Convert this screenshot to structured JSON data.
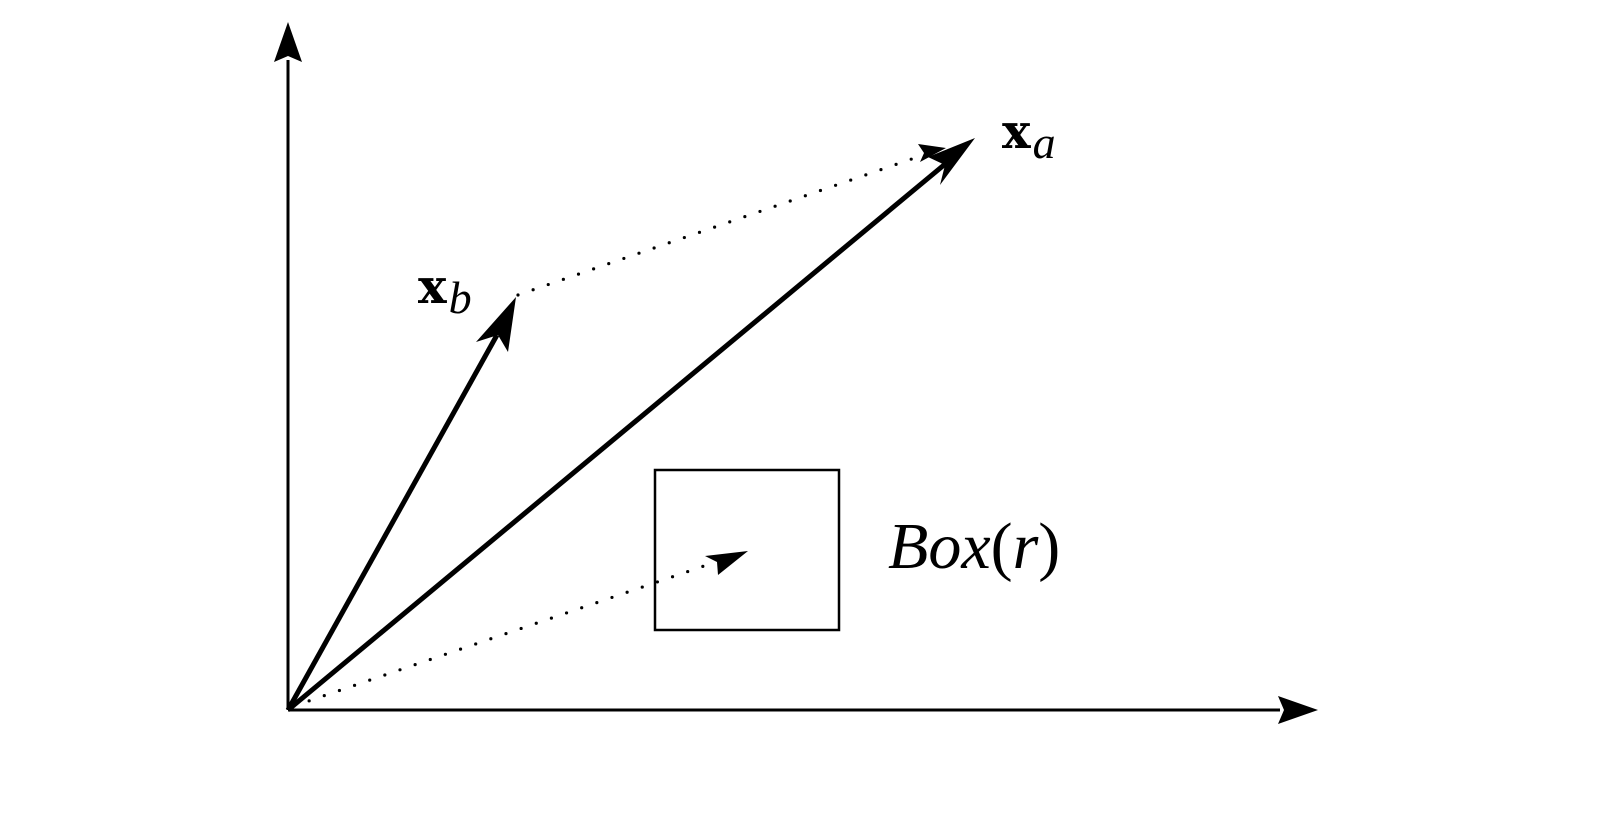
{
  "labels": {
    "xa": {
      "base": "x",
      "sub": "a"
    },
    "xb": {
      "base": "x",
      "sub": "b"
    },
    "box": {
      "name": "Box",
      "open": "(",
      "arg": "r",
      "close": ")"
    }
  },
  "colors": {
    "ink": "#000000",
    "background": "#ffffff"
  },
  "icons": {
    "arrowhead": "filled-triangle-arrowhead"
  }
}
